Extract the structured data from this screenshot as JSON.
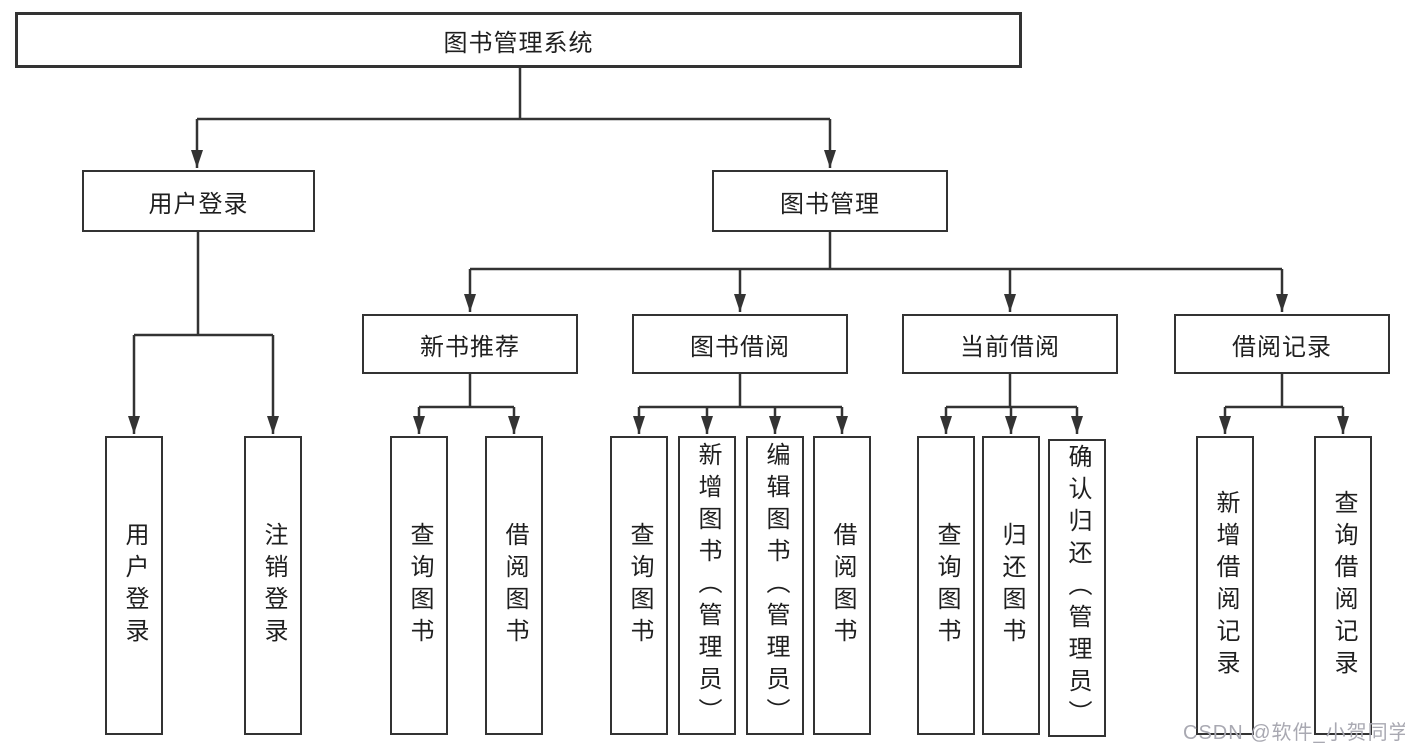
{
  "tree": {
    "root": {
      "label": "图书管理系统"
    },
    "level1": [
      {
        "label": "用户登录",
        "children": [
          {
            "label": "用户登录"
          },
          {
            "label": "注销登录"
          }
        ]
      },
      {
        "label": "图书管理",
        "children": [
          {
            "label": "新书推荐",
            "children": [
              {
                "label": "查询图书"
              },
              {
                "label": "借阅图书"
              }
            ]
          },
          {
            "label": "图书借阅",
            "children": [
              {
                "label": "查询图书"
              },
              {
                "label": "新增图书（管理员）"
              },
              {
                "label": "编辑图书（管理员）"
              },
              {
                "label": "借阅图书"
              }
            ]
          },
          {
            "label": "当前借阅",
            "children": [
              {
                "label": "查询图书"
              },
              {
                "label": "归还图书"
              },
              {
                "label": "确认归还（管理员）"
              }
            ]
          },
          {
            "label": "借阅记录",
            "children": [
              {
                "label": "新增借阅记录"
              },
              {
                "label": "查询借阅记录"
              }
            ]
          }
        ]
      }
    ]
  },
  "watermark": {
    "text": "CSDN @软件_小贺同学"
  },
  "colors": {
    "line": "#333333",
    "box_border": "#333333",
    "box_fill": "#ffffff",
    "text": "#1f1f1f",
    "watermark": "#a9a9b2",
    "background": "#ffffff"
  }
}
